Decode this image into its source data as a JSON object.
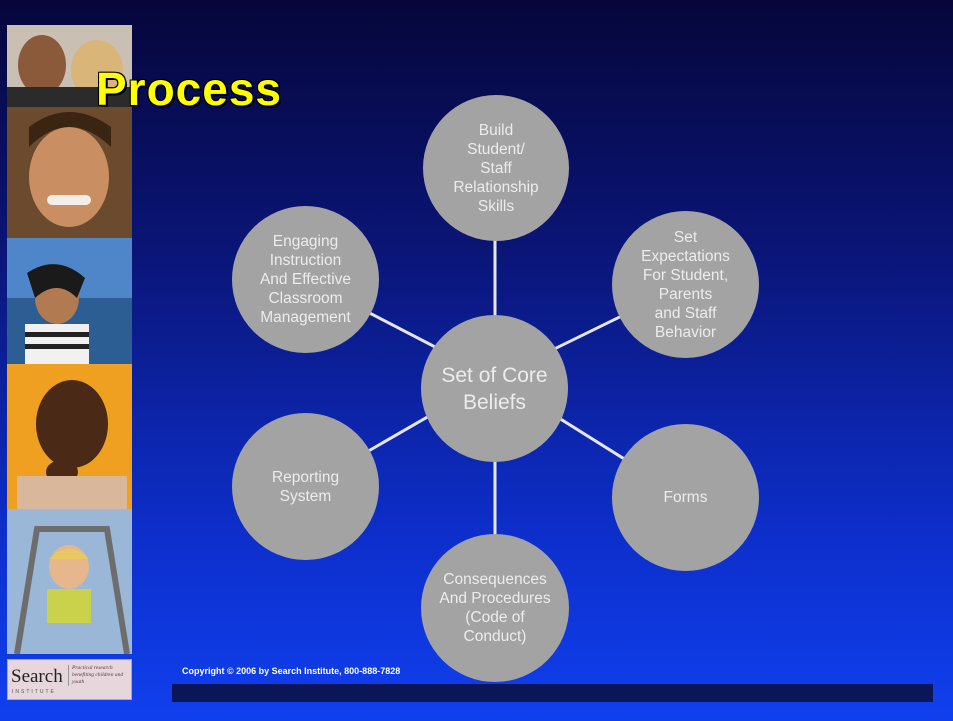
{
  "title": "Process",
  "center_node": "Set of Core\nBeliefs",
  "nodes": [
    "Build\nStudent/\nStaff\nRelationship\nSkills",
    "Set\nExpectations\nFor Student,\nParents\nand Staff\nBehavior",
    "Forms",
    "Consequences\nAnd Procedures\n(Code of\nConduct)",
    "Reporting\nSystem",
    "Engaging\nInstruction\nAnd Effective\nClassroom\nManagement"
  ],
  "logo": {
    "word": "Search",
    "sub": "INSTITUTE",
    "tagline": "Practical research benefiting children and youth"
  },
  "copyright": "Copyright © 2006 by Search Institute, 800-888-7828",
  "colors": {
    "title": "#ffff00",
    "node": "#a3a3a3",
    "connector": "#e6e6f2"
  }
}
